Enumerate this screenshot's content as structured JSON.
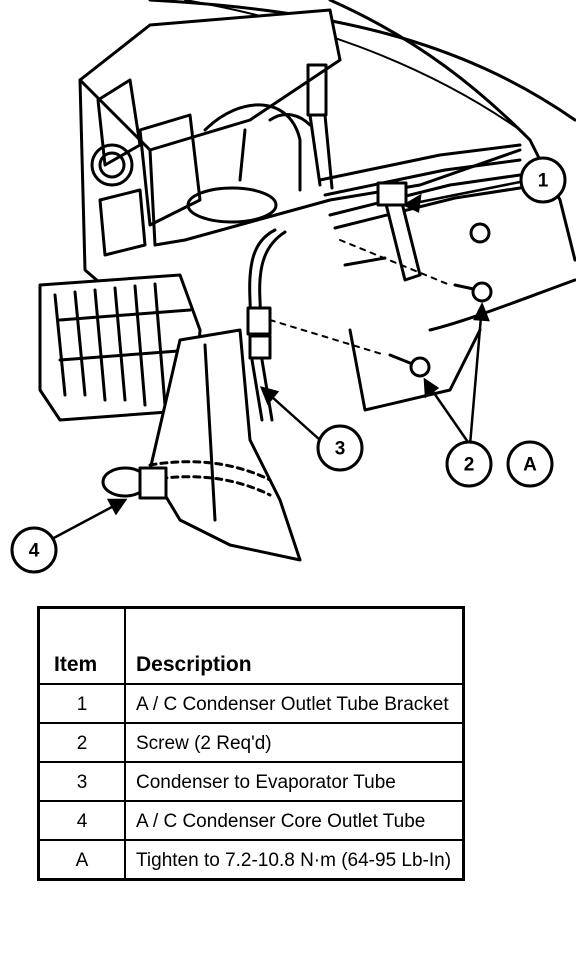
{
  "callouts": [
    "1",
    "2",
    "3",
    "4",
    "A"
  ],
  "table": {
    "headers": {
      "item": "Item",
      "description": "Description"
    },
    "rows": [
      {
        "item": "1",
        "description": "A / C Condenser Outlet Tube Bracket"
      },
      {
        "item": "2",
        "description": "Screw (2 Req'd)"
      },
      {
        "item": "3",
        "description": "Condenser to Evaporator Tube"
      },
      {
        "item": "4",
        "description": "A / C Condenser Core Outlet Tube"
      },
      {
        "item": "A",
        "description": "Tighten to 7.2-10.8 N·m (64-95 Lb-In)"
      }
    ]
  }
}
